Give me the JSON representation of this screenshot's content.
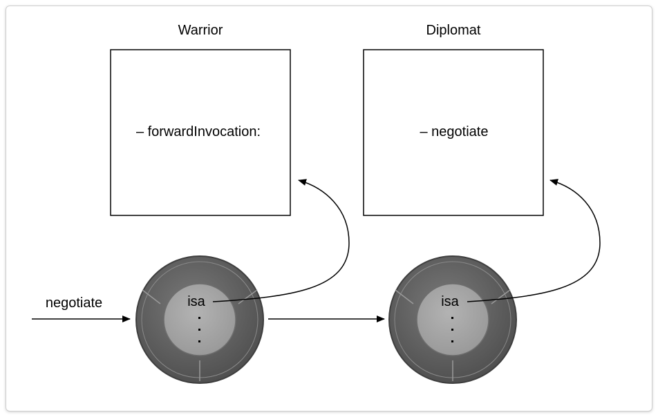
{
  "diagram": {
    "warrior": {
      "title": "Warrior",
      "method": "– forwardInvocation:"
    },
    "diplomat": {
      "title": "Diplomat",
      "method": "– negotiate"
    },
    "message": "negotiate",
    "warrior_object": {
      "label": "isa"
    },
    "diplomat_object": {
      "label": "isa"
    },
    "colors": {
      "box_border": "#000000",
      "object_outer": "#5a5a5a",
      "object_ring": "#7e7e7e",
      "object_core": "#a9a9a9",
      "line": "#000000"
    }
  }
}
